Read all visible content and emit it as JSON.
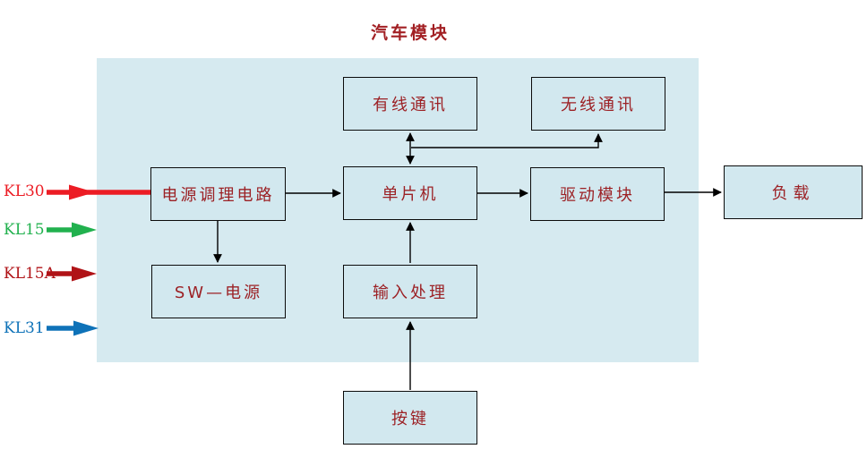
{
  "title": "汽车模块",
  "nodes": {
    "wired_comm": {
      "label": "有线通讯"
    },
    "wireless_comm": {
      "label": "无线通讯"
    },
    "power_conditioning": {
      "label": "电源调理电路"
    },
    "mcu": {
      "label": "单片机"
    },
    "driver_module": {
      "label": "驱动模块"
    },
    "load": {
      "label": "负载"
    },
    "sw_power": {
      "label": "SW—电源"
    },
    "input_processing": {
      "label": "输入处理"
    },
    "button": {
      "label": "按键"
    }
  },
  "inputs": [
    {
      "label": "KL30",
      "color": "#ec1c24"
    },
    {
      "label": "KL15",
      "color": "#21b14e"
    },
    {
      "label": "KL15A",
      "color": "#b01317"
    },
    {
      "label": "KL31",
      "color": "#0e72b8"
    }
  ],
  "edges": [
    {
      "from": "KL30",
      "to": "power_conditioning",
      "type": "thick-arrow"
    },
    {
      "from": "KL15",
      "to": "module",
      "type": "thick-arrow"
    },
    {
      "from": "KL15A",
      "to": "module",
      "type": "thick-arrow"
    },
    {
      "from": "KL31",
      "to": "module",
      "type": "thick-arrow"
    },
    {
      "from": "power_conditioning",
      "to": "mcu",
      "type": "arrow"
    },
    {
      "from": "power_conditioning",
      "to": "sw_power",
      "type": "arrow"
    },
    {
      "from": "mcu",
      "to": "wired_comm",
      "type": "double-arrow"
    },
    {
      "from": "mcu",
      "to": "wireless_comm",
      "type": "arrow"
    },
    {
      "from": "mcu",
      "to": "driver_module",
      "type": "arrow"
    },
    {
      "from": "driver_module",
      "to": "load",
      "type": "arrow"
    },
    {
      "from": "input_processing",
      "to": "mcu",
      "type": "arrow"
    },
    {
      "from": "button",
      "to": "input_processing",
      "type": "arrow"
    }
  ],
  "colors": {
    "module_background": "#d6eaf0",
    "box_fill": "#d2e8ef",
    "box_border": "#0b0b0b",
    "box_text": "#9c2125",
    "title_text": "#a21f23",
    "connector": "#000000"
  }
}
